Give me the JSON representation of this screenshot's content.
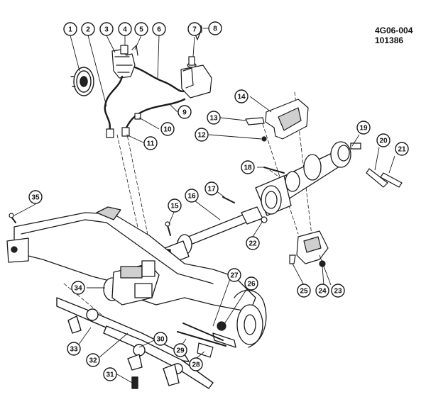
{
  "reference": {
    "code": "4G06-004",
    "date": "101386"
  },
  "callouts": [
    "1",
    "2",
    "3",
    "4",
    "5",
    "6",
    "7",
    "8",
    "9",
    "10",
    "11",
    "12",
    "13",
    "14",
    "15",
    "16",
    "17",
    "18",
    "19",
    "20",
    "21",
    "22",
    "23",
    "24",
    "25",
    "26",
    "27",
    "28",
    "29",
    "30",
    "31",
    "32",
    "33",
    "34",
    "35"
  ],
  "colors": {
    "line": "#1a1a1a",
    "fill": "#ffffff",
    "shade": "#cfcfcf",
    "dark": "#222222"
  }
}
